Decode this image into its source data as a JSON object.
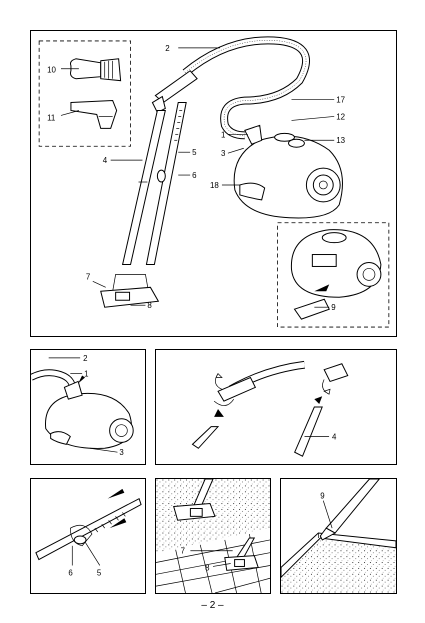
{
  "panel_main": {
    "labels": {
      "l1": "1",
      "l2": "2",
      "l3": "3",
      "l4": "4",
      "l5": "5",
      "l6": "6",
      "l7": "7",
      "l8": "8",
      "l9": "9",
      "l10": "10",
      "l11": "11",
      "l12": "12",
      "l13": "13",
      "l17": "17",
      "l18": "18"
    }
  },
  "panel_hose": {
    "labels": {
      "l1": "1",
      "l2": "2",
      "l3": "3"
    }
  },
  "panel_tubes": {
    "labels": {
      "l4": "4"
    }
  },
  "panel_telescope": {
    "labels": {
      "l5": "5",
      "l6": "6"
    }
  },
  "panel_floor": {
    "labels": {
      "l7": "7",
      "l8": "8"
    }
  },
  "panel_crevice": {
    "labels": {
      "l9": "9"
    }
  },
  "footer": {
    "page_number": "– 2 –"
  }
}
